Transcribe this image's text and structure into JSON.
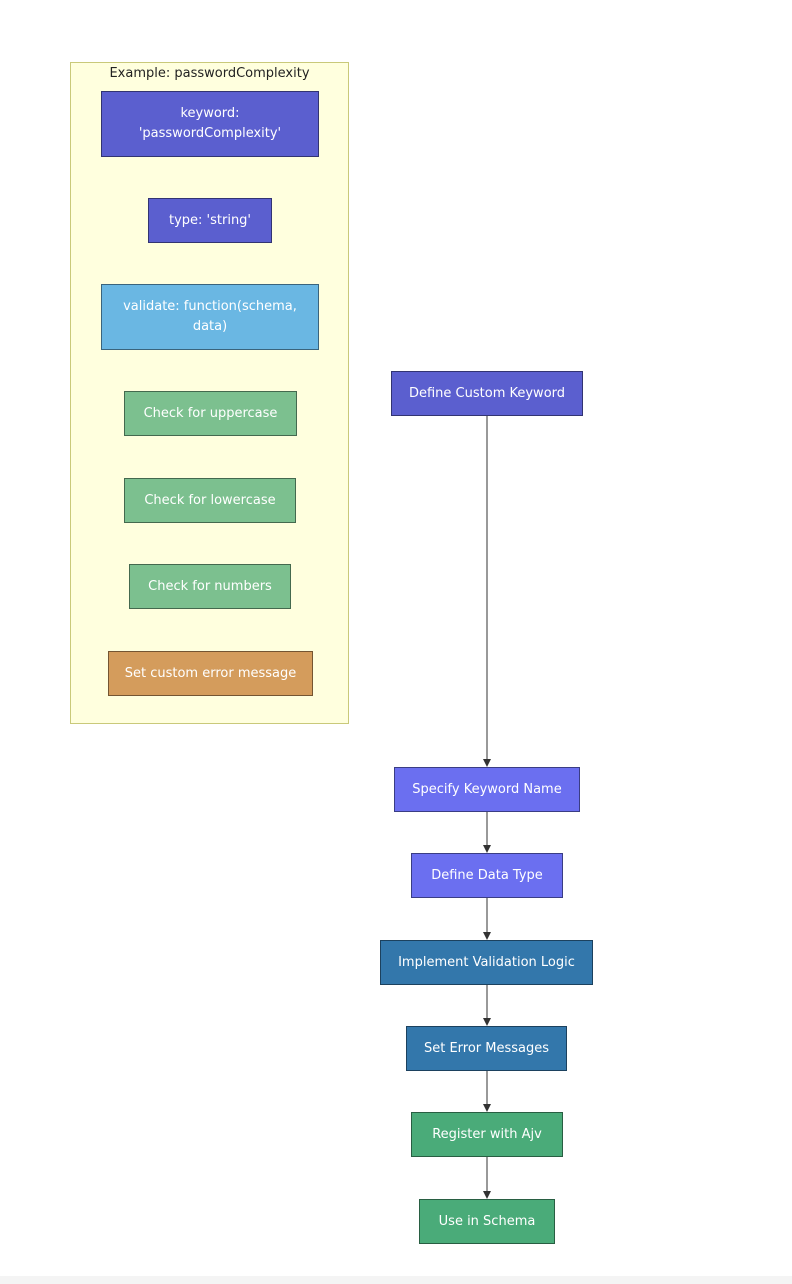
{
  "colors": {
    "purple": "#5b5fcf",
    "light_blue": "#6ab7e3",
    "green": "#7cc08f",
    "orange": "#d49c5c",
    "violet": "#6b6ff0",
    "steel_blue": "#3377ab",
    "sea_green": "#4aab79",
    "cluster_bg": "#ffffde",
    "edge": "#333333"
  },
  "example": {
    "title": "Example: passwordComplexity",
    "nodes": [
      {
        "id": "keyword",
        "label": "keyword: 'passwordComplexity'"
      },
      {
        "id": "type",
        "label": "type: 'string'"
      },
      {
        "id": "validate",
        "label": "validate: function(schema, data)"
      },
      {
        "id": "upper",
        "label": "Check for uppercase"
      },
      {
        "id": "lower",
        "label": "Check for lowercase"
      },
      {
        "id": "numbers",
        "label": "Check for numbers"
      },
      {
        "id": "error",
        "label": "Set custom error message"
      }
    ]
  },
  "flow": {
    "nodes": [
      {
        "id": "define",
        "label": "Define Custom Keyword"
      },
      {
        "id": "specify",
        "label": "Specify Keyword Name"
      },
      {
        "id": "datatype",
        "label": "Define Data Type"
      },
      {
        "id": "implement",
        "label": "Implement Validation Logic"
      },
      {
        "id": "errors",
        "label": "Set Error Messages"
      },
      {
        "id": "register",
        "label": "Register with Ajv"
      },
      {
        "id": "use",
        "label": "Use in Schema"
      }
    ],
    "edges": [
      [
        "define",
        "specify"
      ],
      [
        "specify",
        "datatype"
      ],
      [
        "datatype",
        "implement"
      ],
      [
        "implement",
        "errors"
      ],
      [
        "errors",
        "register"
      ],
      [
        "register",
        "use"
      ]
    ]
  }
}
